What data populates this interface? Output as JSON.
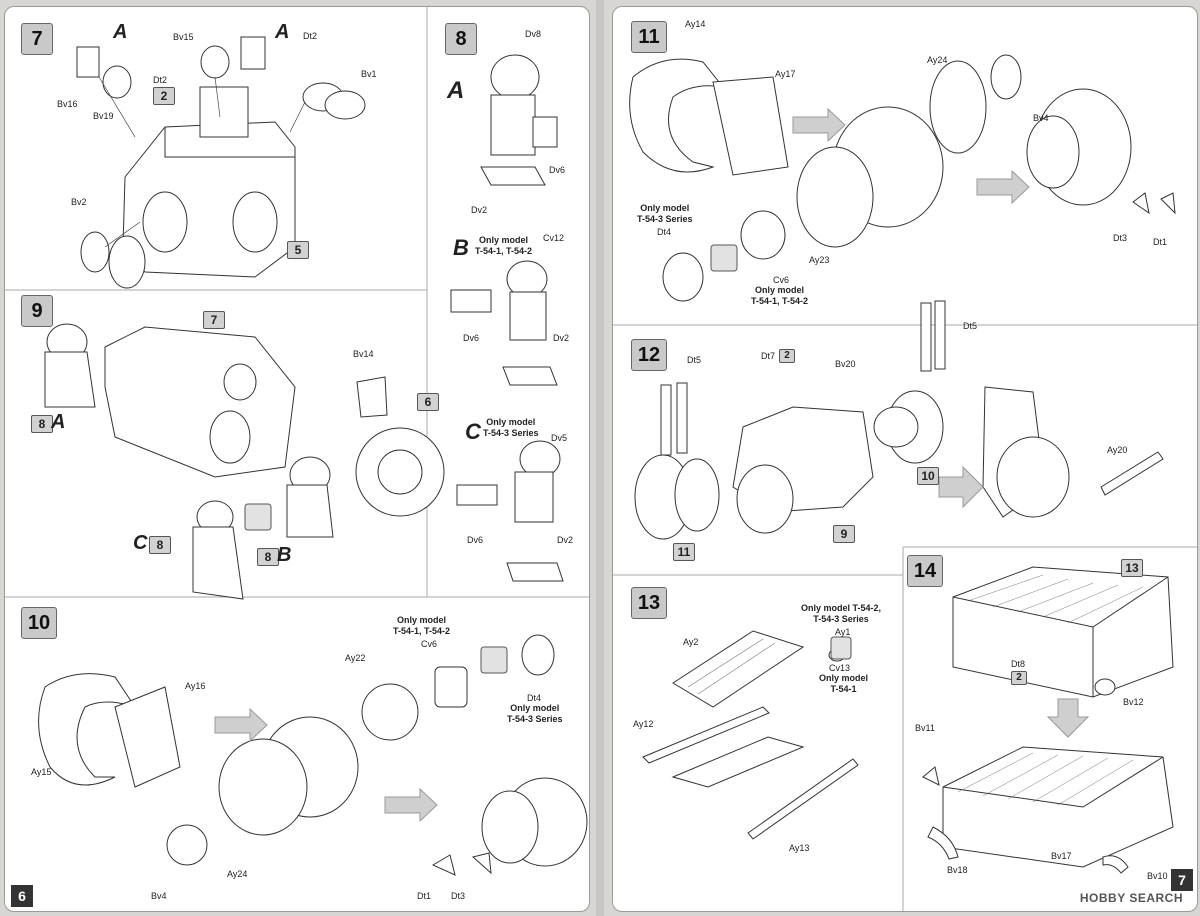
{
  "left_page": {
    "page_number": "6",
    "steps": [
      {
        "number": "7",
        "variant_letters": [
          "A",
          "A"
        ],
        "part_labels": [
          "Bv16",
          "Bv19",
          "Bv15",
          "Dt2",
          "Dt2",
          "Bv1",
          "Bv2"
        ],
        "sub_badges": [
          "2",
          "5"
        ]
      },
      {
        "number": "8",
        "variant_letter": "A",
        "part_labels": [
          "Dv8",
          "Dv6",
          "Dv2"
        ]
      },
      {
        "number": "9",
        "part_labels": [
          "Bv14"
        ],
        "sub_badges": [
          "7",
          "6",
          "8",
          "8",
          "8"
        ],
        "variant_letters": [
          "A",
          "B",
          "C"
        ]
      },
      {
        "number": "10",
        "part_labels": [
          "Ay16",
          "Ay15",
          "Ay22",
          "Ay24",
          "Bv4",
          "Cv6",
          "Dt4",
          "Dt1",
          "Dt3"
        ]
      }
    ],
    "variants": [
      {
        "letter": "B",
        "note": [
          "Only model",
          "T-54-1, T-54-2"
        ],
        "part_labels": [
          "Cv12",
          "Dv6",
          "Dv2"
        ]
      },
      {
        "letter": "C",
        "note": [
          "Only model",
          "T-54-3 Series"
        ],
        "part_labels": [
          "Dv5",
          "Dv6",
          "Dv2"
        ]
      }
    ],
    "step10_notes": {
      "cv6_note": [
        "Only model",
        "T-54-1, T-54-2"
      ],
      "dt4_note": [
        "Only model",
        "T-54-3 Series"
      ]
    }
  },
  "right_page": {
    "page_number": "7",
    "steps": [
      {
        "number": "11",
        "part_labels": [
          "Ay14",
          "Ay17",
          "Ay24",
          "Bv4",
          "Ay23",
          "Dt4",
          "Cv6",
          "Dt3",
          "Dt1"
        ],
        "note_dt4": [
          "Only model",
          "T-54-3 Series"
        ],
        "note_cv6": [
          "Only model",
          "T-54-1, T-54-2"
        ]
      },
      {
        "number": "12",
        "part_labels": [
          "Dt5",
          "Dt7",
          "Bv20",
          "Dt5",
          "Ay20"
        ],
        "sub_badges": [
          "2",
          "11",
          "9",
          "10"
        ]
      },
      {
        "number": "13",
        "part_labels": [
          "Ay2",
          "Ay12",
          "Ay13",
          "Ay1",
          "Cv13"
        ],
        "note_ay1": [
          "Only model T-54-2,",
          "T-54-3 Series"
        ],
        "note_cv13": [
          "Only model",
          "T-54-1"
        ]
      },
      {
        "number": "14",
        "part_labels": [
          "Dt8",
          "Bv12",
          "Bv11",
          "Bv18",
          "Bv17",
          "Bv10"
        ],
        "sub_badges": [
          "13",
          "2"
        ]
      }
    ],
    "watermark": "HOBBY SEARCH"
  }
}
